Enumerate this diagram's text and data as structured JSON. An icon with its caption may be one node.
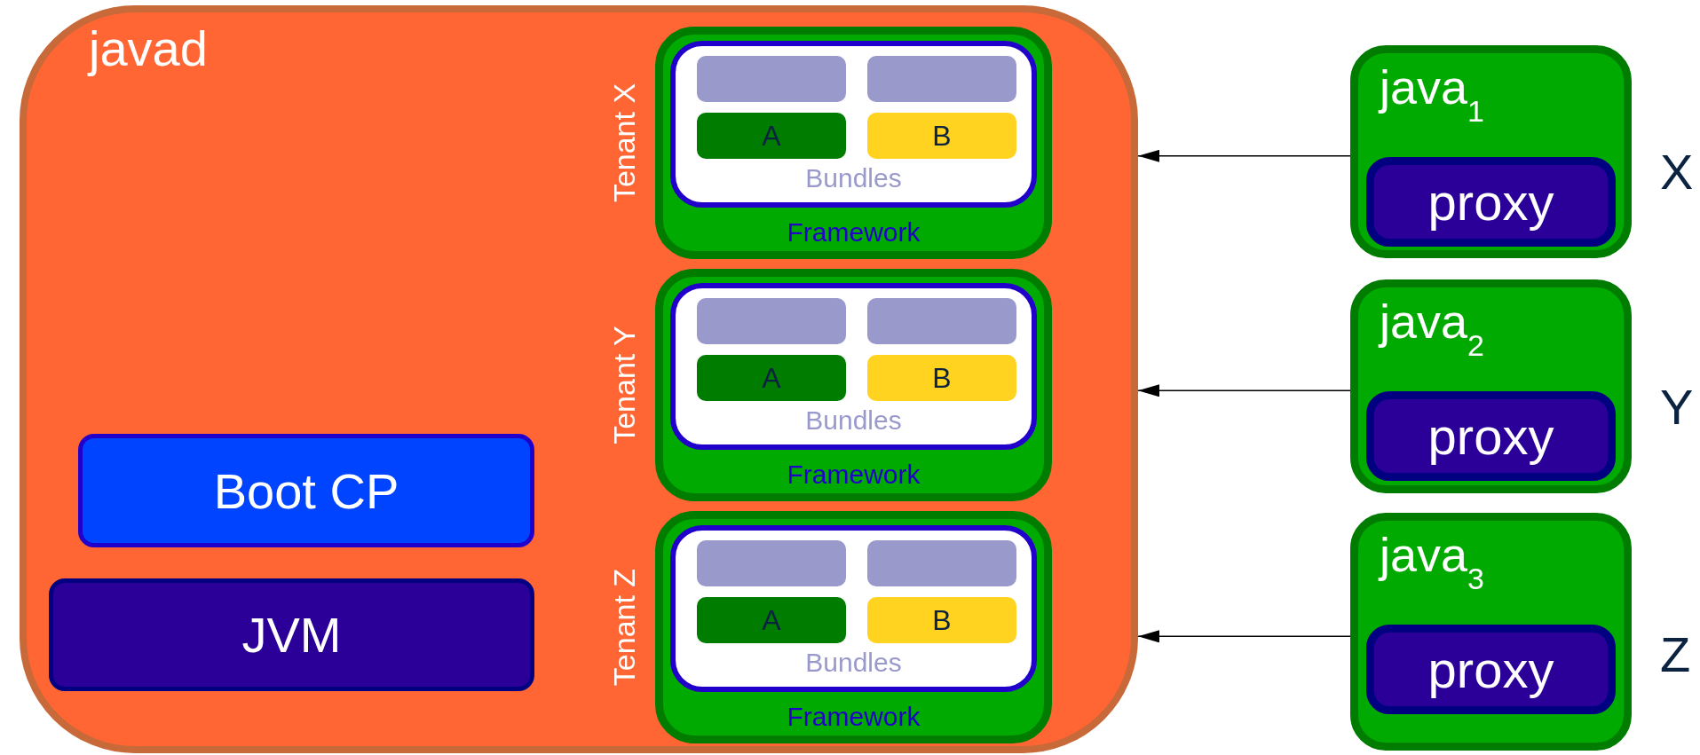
{
  "diagram": {
    "nodes": [
      {
        "text": [
          "javad"
        ]
      },
      {
        "text": [
          "Framework"
        ],
        "in": 0,
        "beside": [
          "Tenant X"
        ]
      },
      {
        "text": [
          "Bundles"
        ],
        "in": 1
      },
      {
        "text": [],
        "shape": "box",
        "in": 2
      },
      {
        "text": [],
        "shape": "box",
        "in": 2
      },
      {
        "text": [
          "A"
        ],
        "in": 2
      },
      {
        "text": [
          "B"
        ],
        "in": 2
      },
      {
        "text": [
          "Framework"
        ],
        "in": 0,
        "beside": [
          "Tenant Y"
        ]
      },
      {
        "text": [
          "Bundles"
        ],
        "in": 7
      },
      {
        "text": [],
        "shape": "box",
        "in": 8
      },
      {
        "text": [],
        "shape": "box",
        "in": 8
      },
      {
        "text": [
          "A"
        ],
        "in": 8
      },
      {
        "text": [
          "B"
        ],
        "in": 8
      },
      {
        "text": [
          "Framework"
        ],
        "in": 0,
        "beside": [
          "Tenant Z"
        ]
      },
      {
        "text": [
          "Bundles"
        ],
        "in": 13
      },
      {
        "text": [],
        "shape": "box",
        "in": 14
      },
      {
        "text": [],
        "shape": "box",
        "in": 14
      },
      {
        "text": [
          "A"
        ],
        "in": 14
      },
      {
        "text": [
          "B"
        ],
        "in": 14
      },
      {
        "text": [
          "Boot CP"
        ],
        "in": 0
      },
      {
        "text": [
          "JVM"
        ],
        "in": 0
      },
      {
        "text": [
          "java$_{1}$"
        ],
        "beside": [
          "X"
        ]
      },
      {
        "text": [
          "proxy"
        ],
        "in": 21
      },
      {
        "text": [
          "java$_{2}$"
        ],
        "beside": [
          "Y"
        ]
      },
      {
        "text": [
          "proxy"
        ],
        "in": 23
      },
      {
        "text": [
          "java$_{3}$"
        ],
        "beside": [
          "Z"
        ]
      },
      {
        "text": [
          "proxy"
        ],
        "in": 25
      }
    ],
    "edges": [
      {
        "from": 21,
        "to": 0,
        "arrow": "to"
      },
      {
        "from": 23,
        "to": 0,
        "arrow": "to"
      },
      {
        "from": 25,
        "to": 0,
        "arrow": "to"
      }
    ]
  }
}
